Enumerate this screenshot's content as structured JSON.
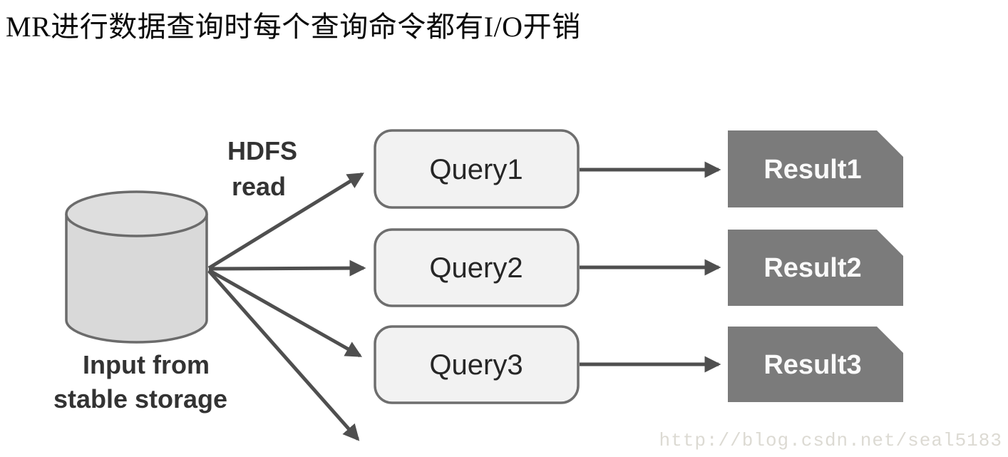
{
  "title": "MR进行数据查询时每个查询命令都有I/O开销",
  "diagram": {
    "source": {
      "shape": "database-cylinder",
      "label_line1": "Input from",
      "label_line2": "stable storage"
    },
    "read_label": {
      "line1": "HDFS",
      "line2": "read"
    },
    "queries": [
      {
        "label": "Query1"
      },
      {
        "label": "Query2"
      },
      {
        "label": "Query3"
      }
    ],
    "results": [
      {
        "label": "Result1"
      },
      {
        "label": "Result2"
      },
      {
        "label": "Result3"
      }
    ],
    "colors": {
      "query_box_fill": "#f2f2f2",
      "query_box_border": "#6e6e6e",
      "result_box_fill": "#7b7b7b",
      "result_text": "#fafafa",
      "cylinder_fill": "#d9d9d9",
      "cylinder_top_fill": "#dedede",
      "cylinder_border": "#6b6b6b",
      "arrow": "#4f4f4f",
      "title_text": "#0a0a0a",
      "watermark_text": "#dcdad3"
    }
  },
  "watermark": "http://blog.csdn.net/seal5183"
}
